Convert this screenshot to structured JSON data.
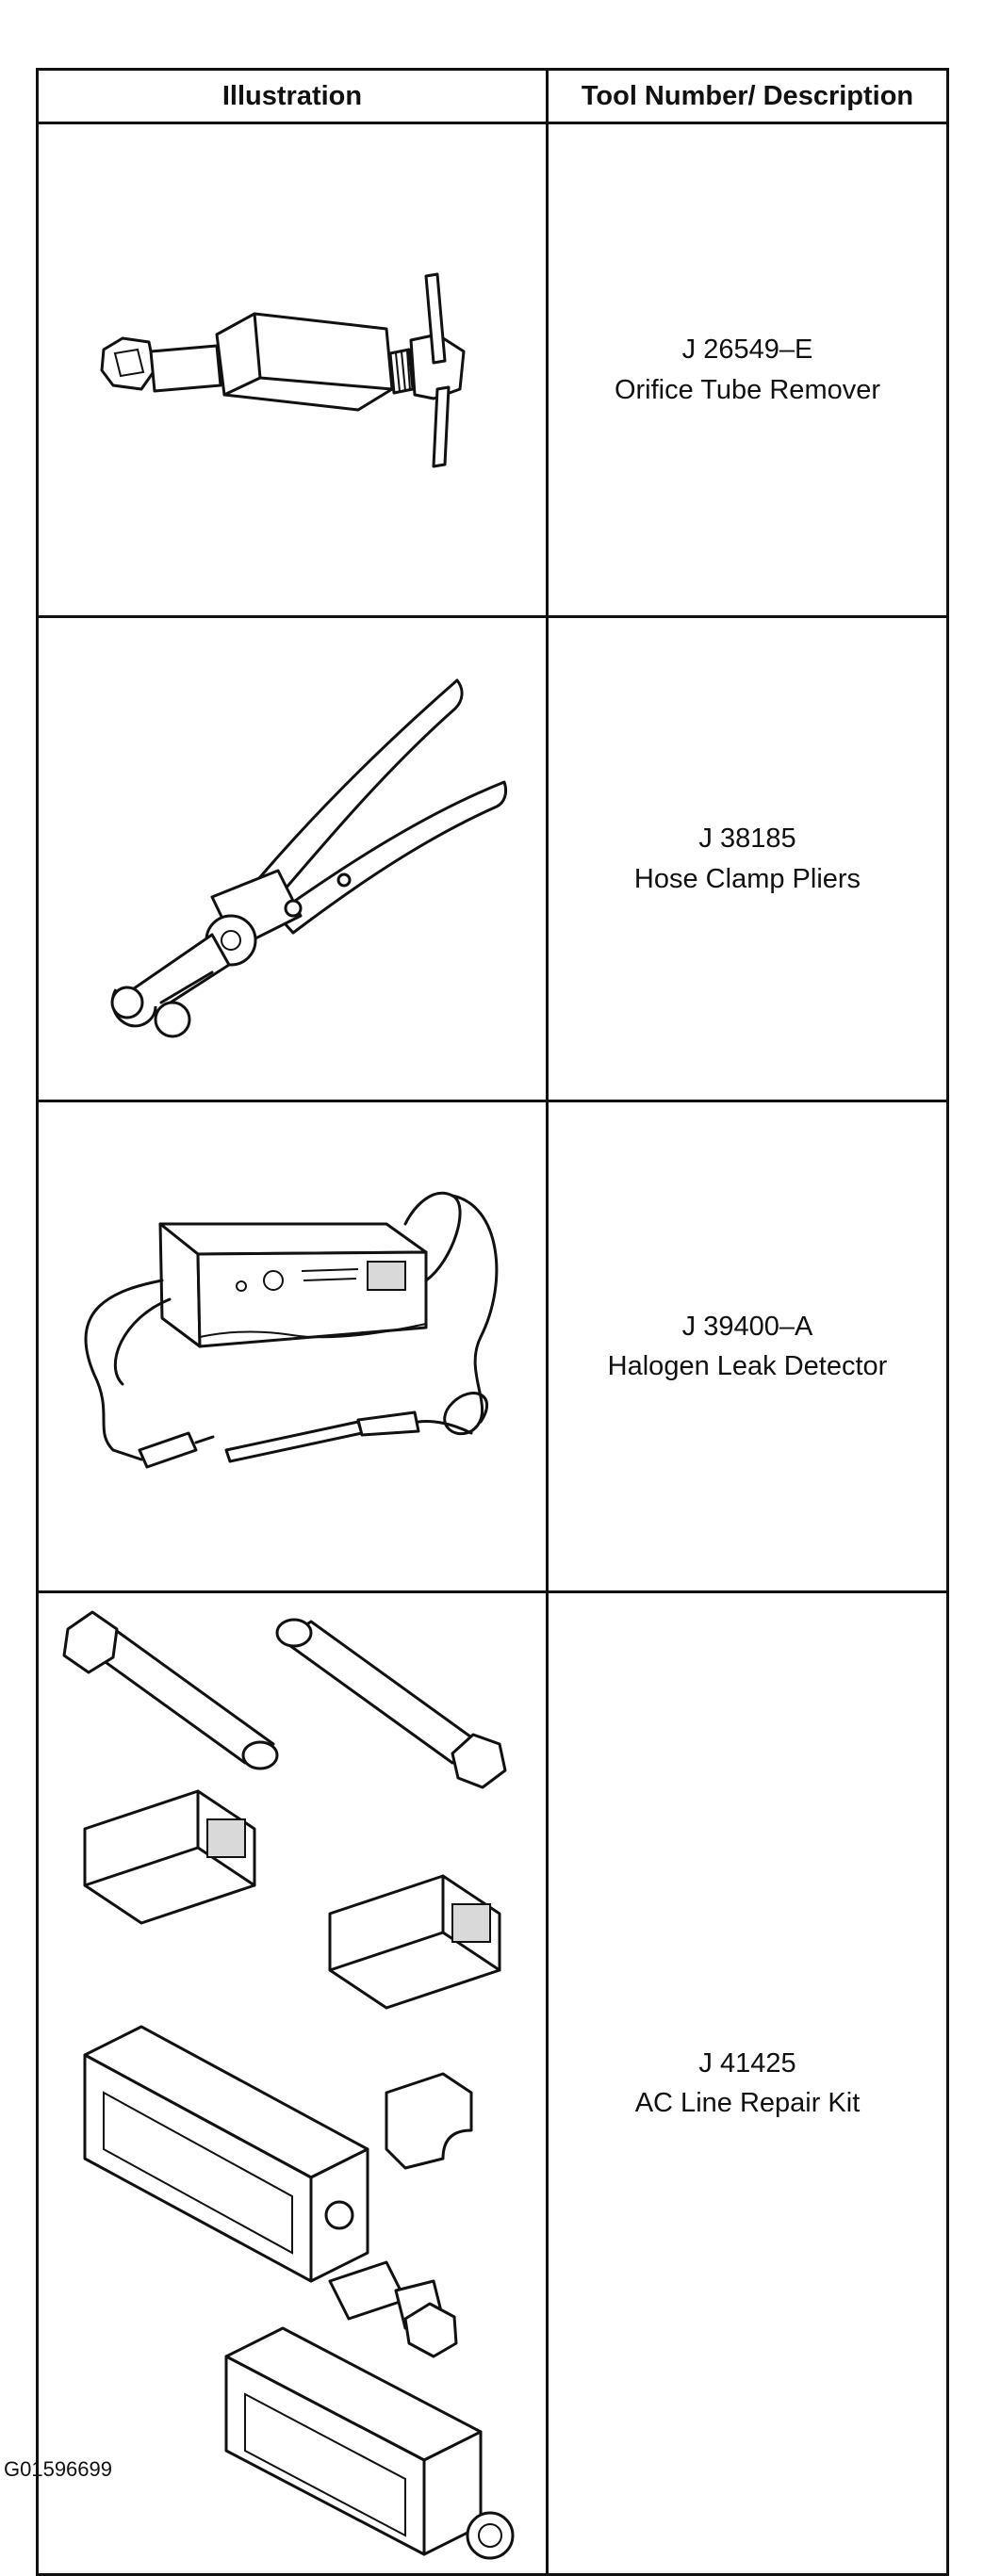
{
  "table": {
    "headers": [
      "Illustration",
      "Tool Number/ Description"
    ],
    "rows": [
      {
        "tool_number": "J 26549–E",
        "description": "Orifice Tube Remover",
        "illustration_icon": "orifice-tube-remover-illustration"
      },
      {
        "tool_number": "J 38185",
        "description": "Hose Clamp Pliers",
        "illustration_icon": "hose-clamp-pliers-illustration"
      },
      {
        "tool_number": "J 39400–A",
        "description": "Halogen Leak Detector",
        "illustration_icon": "halogen-leak-detector-illustration"
      },
      {
        "tool_number": "J 41425",
        "description": "AC Line Repair Kit",
        "illustration_icon": "ac-line-repair-kit-illustration"
      }
    ]
  },
  "figure_code": "G01596699"
}
